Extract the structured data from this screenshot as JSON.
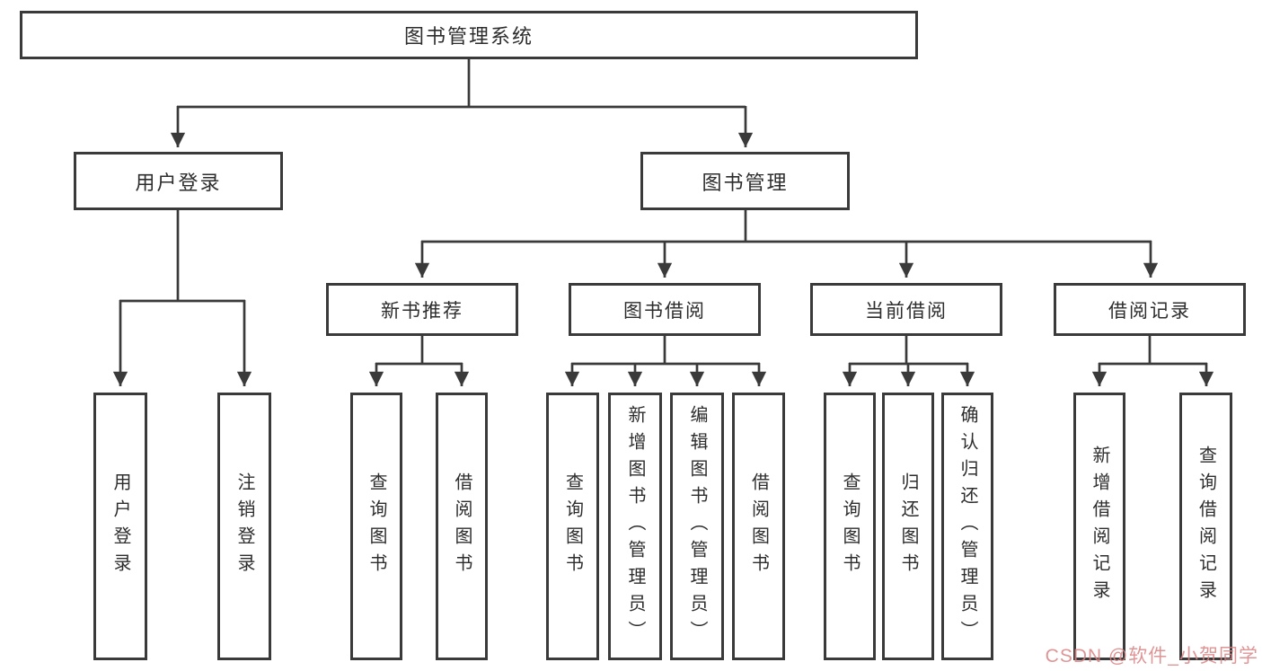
{
  "diagram_title": "图书管理系统",
  "tree": {
    "label": "图书管理系统",
    "children": [
      {
        "label": "用户登录",
        "children": [
          {
            "label": "用户登录"
          },
          {
            "label": "注销登录"
          }
        ]
      },
      {
        "label": "图书管理",
        "children": [
          {
            "label": "新书推荐",
            "children": [
              {
                "label": "查询图书"
              },
              {
                "label": "借阅图书"
              }
            ]
          },
          {
            "label": "图书借阅",
            "children": [
              {
                "label": "查询图书"
              },
              {
                "label": "新增图书（管理员）"
              },
              {
                "label": "编辑图书（管理员）"
              },
              {
                "label": "借阅图书"
              }
            ]
          },
          {
            "label": "当前借阅",
            "children": [
              {
                "label": "查询图书"
              },
              {
                "label": "归还图书"
              },
              {
                "label": "确认归还（管理员）"
              }
            ]
          },
          {
            "label": "借阅记录",
            "children": [
              {
                "label": "新增借阅记录"
              },
              {
                "label": "查询借阅记录"
              }
            ]
          }
        ]
      }
    ]
  },
  "watermark": {
    "text": "CSDN @软件_小贺同学"
  },
  "colors": {
    "line": "#3a3a3a",
    "box_border": "#3a3a3a",
    "box_fill": "#ffffff",
    "text": "#2d2d2d",
    "watermark": "#d98282",
    "background": "#ffffff"
  }
}
